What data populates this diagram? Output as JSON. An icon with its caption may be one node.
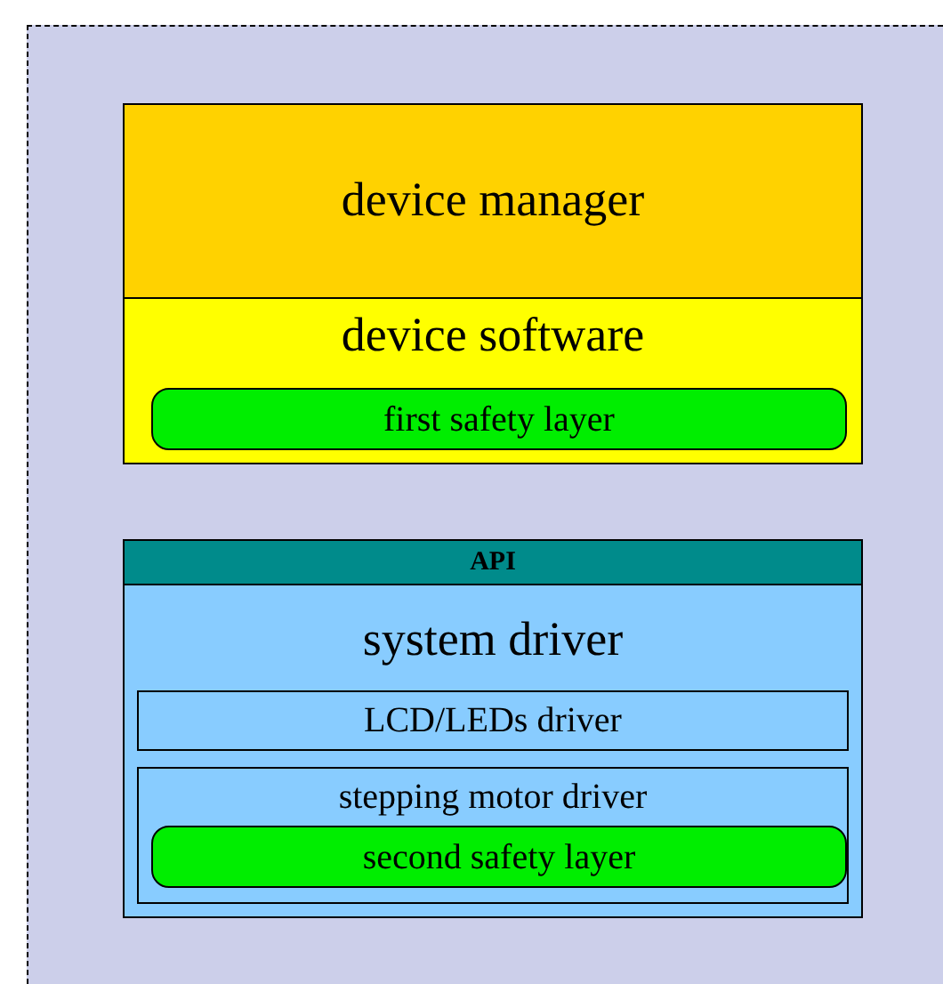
{
  "diagram": {
    "nodes": [
      {
        "text": [],
        "shape": "box"
      },
      {
        "text": [
          "device manager"
        ],
        "in": 0
      },
      {
        "text": [
          "device software"
        ],
        "in": 0
      },
      {
        "text": [
          "first safety layer"
        ],
        "in": 2
      },
      {
        "text": [
          "API"
        ],
        "in": 0
      },
      {
        "text": [
          "system driver"
        ],
        "in": 0
      },
      {
        "text": [
          "LCD/LEDs driver"
        ],
        "in": 5
      },
      {
        "text": [
          "stepping motor driver"
        ],
        "in": 5
      },
      {
        "text": [
          "second safety layer"
        ],
        "in": 7
      }
    ]
  }
}
